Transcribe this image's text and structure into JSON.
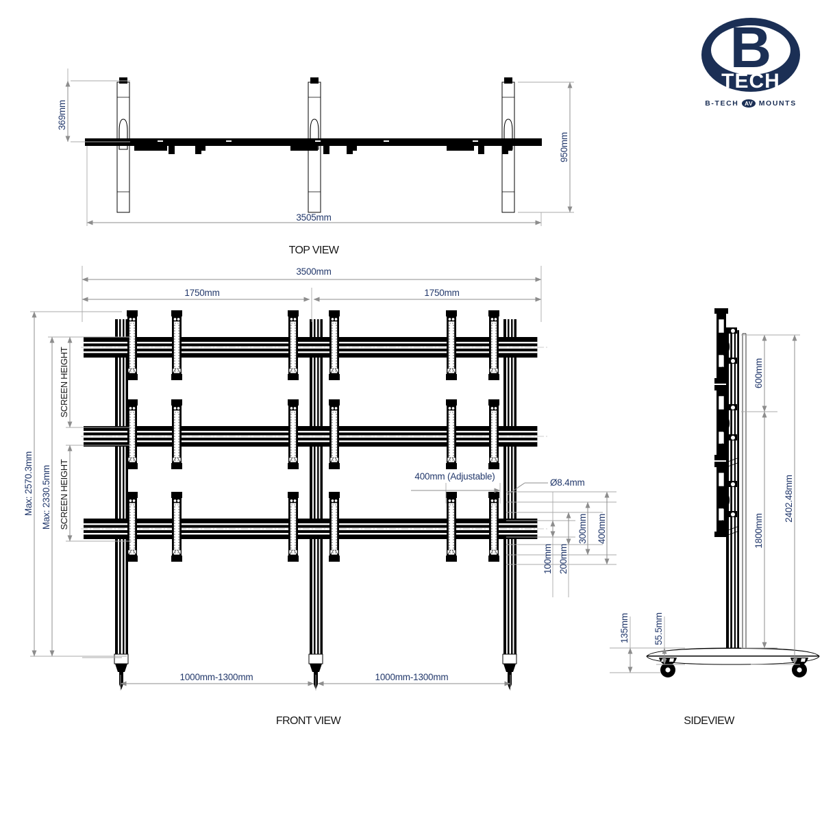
{
  "document": {
    "type": "technical-drawing",
    "brand": "B-TECH",
    "logo_mark_letter": "B",
    "logo_word": "TECH",
    "logo_tagline_left": "B-TECH",
    "logo_tagline_badge": "AV",
    "logo_tagline_right": "MOUNTS",
    "brand_color": "#1b2f55",
    "dimension_text_color": "#22386b",
    "label_text_color": "#171717",
    "background_color": "#ffffff"
  },
  "views": {
    "top": {
      "label": "TOP VIEW",
      "dimensions": {
        "front_offset": "369mm",
        "foot_depth": "950mm",
        "overall_width": "3505mm"
      }
    },
    "front": {
      "label": "FRONT VIEW",
      "dimensions": {
        "overall_width": "3500mm",
        "half_width_left": "1750mm",
        "half_width_right": "1750mm",
        "max_total_height": "Max: 2570.3mm",
        "max_screen_stack_height": "Max: 2330.5mm",
        "screen_height_upper": "SCREEN HEIGHT",
        "screen_height_lower": "SCREEN HEIGHT",
        "bracket_spacing": "400mm (Adjustable)",
        "hole_diameter": "Ø8.4mm",
        "offset_100": "100mm",
        "offset_200": "200mm",
        "offset_300": "300mm",
        "offset_400": "400mm",
        "foot_span_left": "1000mm-1300mm",
        "foot_span_right": "1000mm-1300mm"
      }
    },
    "side": {
      "label": "SIDEVIEW",
      "dimensions": {
        "upper_gap": "600mm",
        "lower_gap": "1800mm",
        "overall_height": "2402.48mm",
        "base_height": "135mm",
        "base_plate_height": "55.5mm"
      }
    }
  }
}
